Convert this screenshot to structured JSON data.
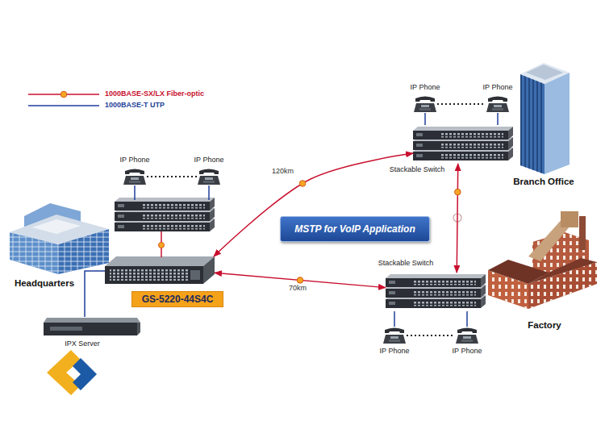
{
  "diagram": {
    "nodes": [
      {
        "text": [
          "IP Phone"
        ]
      },
      {
        "text": [
          "IP Phone"
        ]
      },
      {
        "text": [
          "Stackable Switch"
        ]
      },
      {
        "text": [
          "Branch Office"
        ]
      },
      {
        "text": [
          "IP Phone"
        ]
      },
      {
        "text": [
          "IP Phone"
        ]
      },
      {
        "text": [
          "MSTP for VoIP Application"
        ]
      },
      {
        "text": [
          "Stackable Switch"
        ]
      },
      {
        "text": [
          "Factory"
        ]
      },
      {
        "text": [
          "Headquarters"
        ]
      },
      {
        "text": [
          "GS-5220-44S4C"
        ]
      },
      {
        "text": [
          "IPX Server"
        ]
      },
      {
        "text": [
          "IP Phone"
        ]
      },
      {
        "text": [
          "IP Phone"
        ]
      }
    ],
    "edges": [
      {
        "from": 0,
        "to": 1,
        "arrow": "none"
      },
      {
        "from": 0,
        "to": 2,
        "arrow": "none"
      },
      {
        "from": 1,
        "to": 2,
        "arrow": "none"
      },
      {
        "from": 4,
        "to": 5,
        "arrow": "none"
      },
      {
        "from": 10,
        "to": 2,
        "label": "120km",
        "arrow": "both"
      },
      {
        "from": 10,
        "to": 7,
        "label": "70km",
        "arrow": "both"
      },
      {
        "from": 2,
        "to": 7,
        "arrow": "both"
      },
      {
        "from": 11,
        "to": 10,
        "arrow": "none"
      },
      {
        "from": 7,
        "to": 12,
        "arrow": "none"
      },
      {
        "from": 7,
        "to": 13,
        "arrow": "none"
      },
      {
        "from": 12,
        "to": 13,
        "arrow": "none"
      }
    ],
    "legend": [
      {
        "text": "1000BASE-SX/LX Fiber-optic"
      },
      {
        "text": "1000BASE-T UTP"
      }
    ]
  }
}
